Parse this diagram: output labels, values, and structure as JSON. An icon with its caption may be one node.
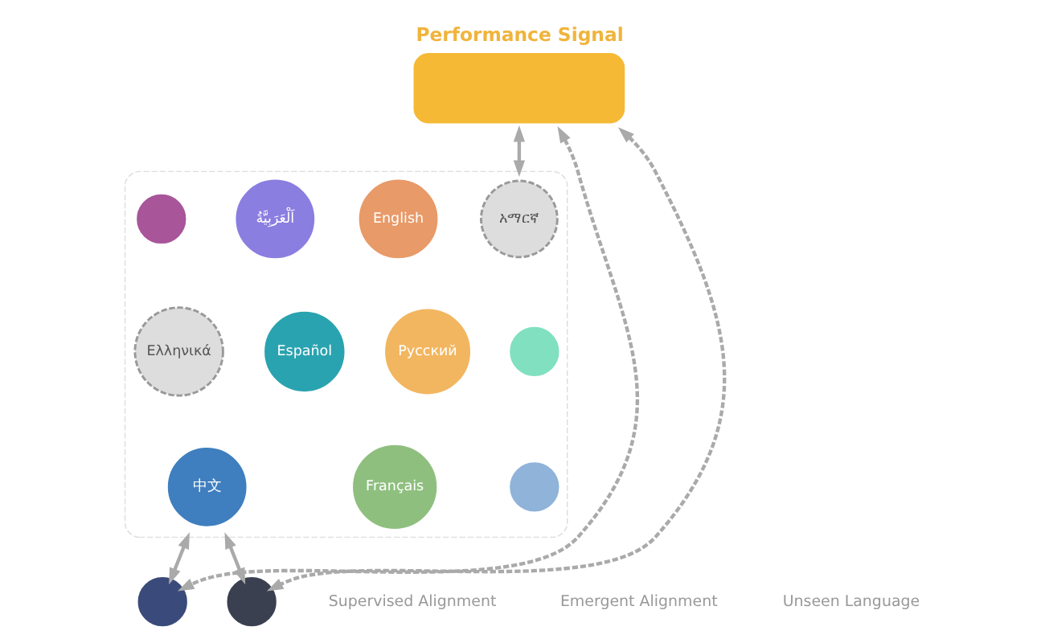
{
  "diagram": {
    "nodes": [
      {
        "text": [
          "Performance Signal"
        ]
      },
      {
        "text": [],
        "shape": "cloud"
      },
      {
        "text": [
          "አማርኛ"
        ],
        "in": 1
      },
      {
        "text": [
          "English"
        ],
        "in": 1
      },
      {
        "text": [
          "اَلْعَرَبِيَّةُ"
        ],
        "in": 1
      },
      {
        "text": [],
        "shape": "circle",
        "in": 1
      },
      {
        "text": [],
        "shape": "circle",
        "in": 1
      },
      {
        "text": [
          "Русский"
        ],
        "in": 1
      },
      {
        "text": [
          "Español"
        ],
        "in": 1
      },
      {
        "text": [
          "Ελληνικά"
        ],
        "in": 1
      },
      {
        "text": [],
        "shape": "circle",
        "in": 1
      },
      {
        "text": [
          "Français"
        ],
        "in": 1
      },
      {
        "text": [
          "中文"
        ],
        "in": 1
      },
      {
        "text": [],
        "shape": "circle"
      },
      {
        "text": [],
        "shape": "circle"
      }
    ],
    "edges": [
      {
        "from": 0,
        "to": 1,
        "arrow": "both"
      },
      {
        "from": 1,
        "to": 13,
        "arrow": "both"
      },
      {
        "from": 1,
        "to": 14,
        "arrow": "both"
      },
      {
        "from": 0,
        "to": 13,
        "arrow": "both",
        "style": "dashed"
      },
      {
        "from": 0,
        "to": 14,
        "arrow": "both",
        "style": "dashed"
      }
    ],
    "legend": [
      {
        "text": "Supervised Alignment"
      },
      {
        "text": "Emergent Alignment"
      },
      {
        "text": "Unseen Language"
      }
    ]
  }
}
